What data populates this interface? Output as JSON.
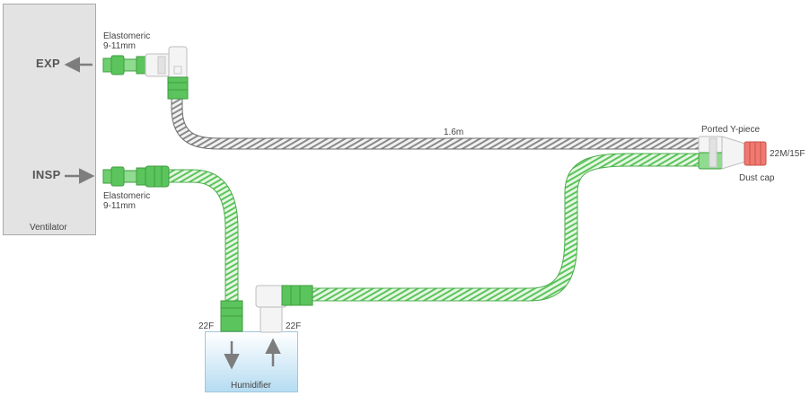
{
  "ventilator": {
    "label": "Ventilator"
  },
  "ports": {
    "exp": "EXP",
    "insp": "INSP"
  },
  "expiratory": {
    "connector_line1": "Elastomeric",
    "connector_line2": "9-11mm"
  },
  "inspiratory": {
    "connector_line1": "Elastomeric",
    "connector_line2": "9-11mm"
  },
  "tube_length": "1.6m",
  "y_piece": {
    "label": "Ported Y-piece",
    "cap_size": "22M/15F",
    "dust_cap": "Dust cap"
  },
  "humidifier": {
    "label": "Humidifier",
    "left_port": "22F",
    "right_port": "22F"
  },
  "colors": {
    "green": "#5cc45c",
    "green_light": "#b8e6b2",
    "grey_tube": "#8a8a8a",
    "cap_red": "#f07a72",
    "arrow_grey": "#7d7d7d"
  }
}
